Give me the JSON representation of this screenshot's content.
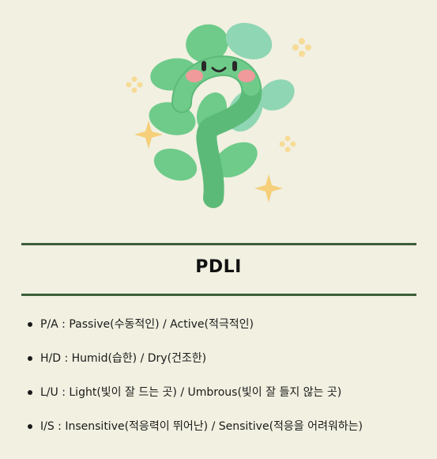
{
  "title": "PDLI",
  "illustration": {
    "icon": "sprout-character-icon",
    "colors": {
      "leaf": "#6fcb8a",
      "leaf_alt": "#8fd6b4",
      "stem": "#5cba78",
      "cheek": "#f09a9c",
      "sparkle": "#f5cf7a",
      "background": "#f1f0e1",
      "rule": "#3d5e3a"
    }
  },
  "items": [
    {
      "text": "P/A : Passive(수동적인) / Active(적극적인)"
    },
    {
      "text": "H/D : Humid(습한) / Dry(건조한)"
    },
    {
      "text": "L/U : Light(빛이 잘 드는 곳) / Umbrous(빛이 잘 들지 않는 곳)"
    },
    {
      "text": "I/S : Insensitive(적응력이 뛰어난) / Sensitive(적응을 어려워하는)"
    }
  ]
}
